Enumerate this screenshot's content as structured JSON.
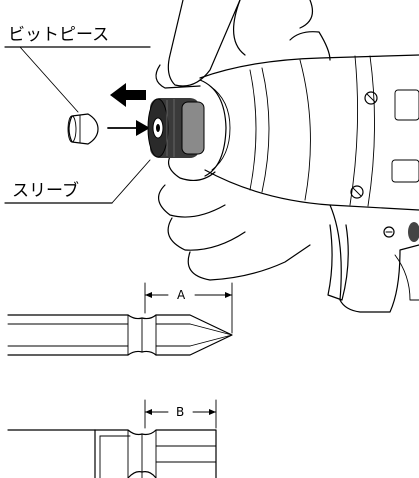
{
  "labels": {
    "bit_piece": "ビットピース",
    "sleeve": "スリーブ",
    "dimension_a": "A",
    "dimension_b": "B"
  },
  "colors": {
    "ink": "#000000",
    "sleeve_dark": "#3a3a3a",
    "sleeve_ring": "#8a8a8a",
    "background": "#ffffff"
  },
  "icons": {
    "remove_arrow": "arrow-left-icon",
    "insert_arrow": "arrow-right-icon"
  }
}
